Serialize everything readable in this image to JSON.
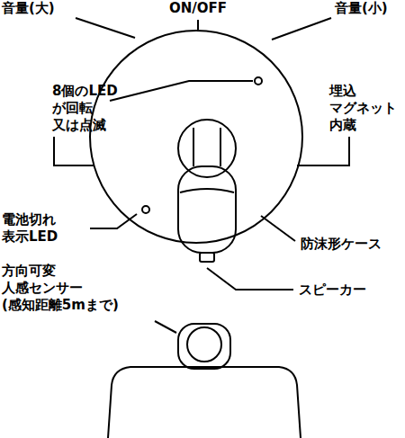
{
  "diagram": {
    "labels": [
      "音量(大)",
      "ON/OFF",
      "音量(小)",
      "8個のLED が回転 又は点滅",
      "埋込 マグネット 内蔵",
      "電池切れ 表示LED",
      "防沫形ケース",
      "スピーカー",
      "方向可変 人感センサー (感知距離5mまで)"
    ]
  }
}
